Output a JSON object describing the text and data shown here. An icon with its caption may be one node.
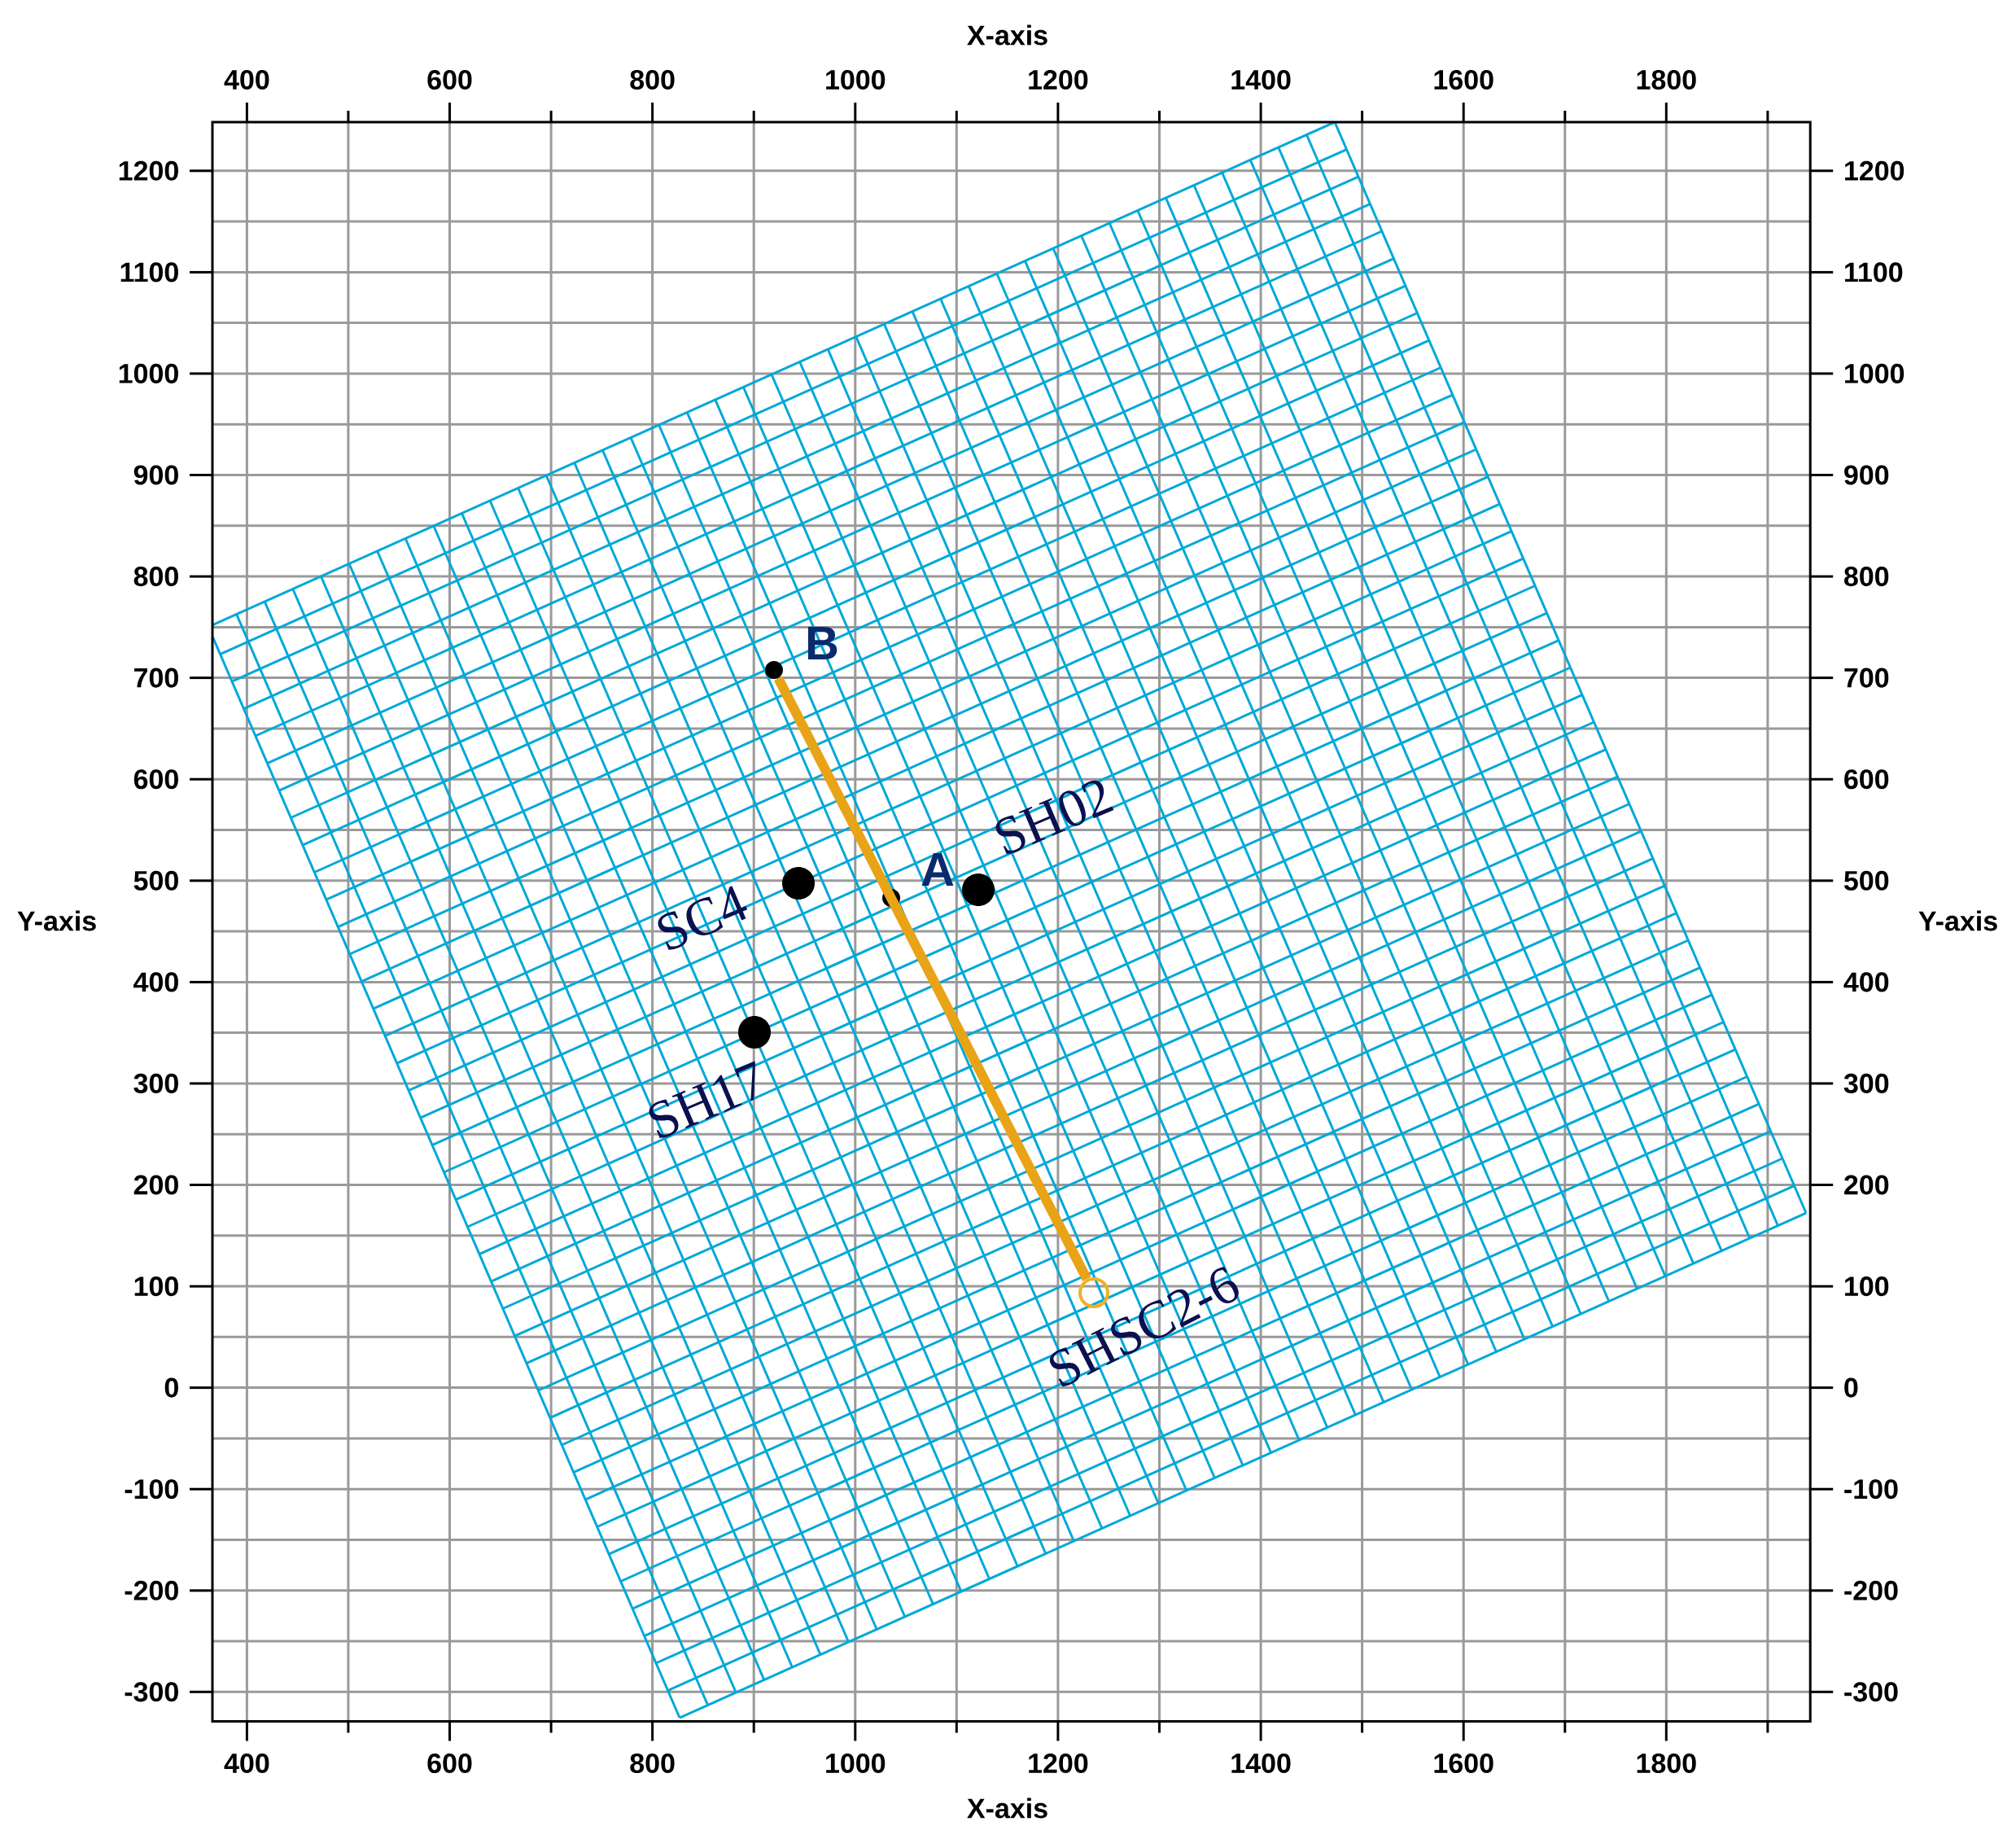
{
  "diagram": {
    "nodes": [
      {
        "text": [
          "B"
        ]
      },
      {
        "text": [
          "A"
        ]
      },
      {
        "text": [
          "SC4"
        ]
      },
      {
        "text": [
          "SH02"
        ]
      },
      {
        "text": [
          "SH17"
        ]
      },
      {
        "text": [
          "SHSC2-6"
        ]
      }
    ],
    "edges": [
      {
        "from": 0,
        "to": 5,
        "arrow": "none"
      }
    ],
    "labels": [
      "400",
      "600",
      "800",
      "1000",
      "1200",
      "1400",
      "1600",
      "1800",
      "1200",
      "1100",
      "1000",
      "900",
      "800",
      "700",
      "600",
      "500",
      "400",
      "300",
      "200",
      "100",
      "0",
      "-100",
      "-200",
      "-300"
    ],
    "chart_data": {
      "type": "scatter",
      "grid": true,
      "xlabel": "X-axis",
      "ylabel": "Y-axis",
      "xlim": [
        366,
        1942
      ],
      "ylim": [
        -329,
        1248
      ],
      "xticks": [
        400,
        600,
        800,
        1000,
        1200,
        1400,
        1600,
        1800
      ],
      "yticks": [
        -300,
        -200,
        -100,
        0,
        100,
        200,
        300,
        400,
        500,
        600,
        700,
        800,
        900,
        1000,
        1100,
        1200
      ]
    }
  }
}
